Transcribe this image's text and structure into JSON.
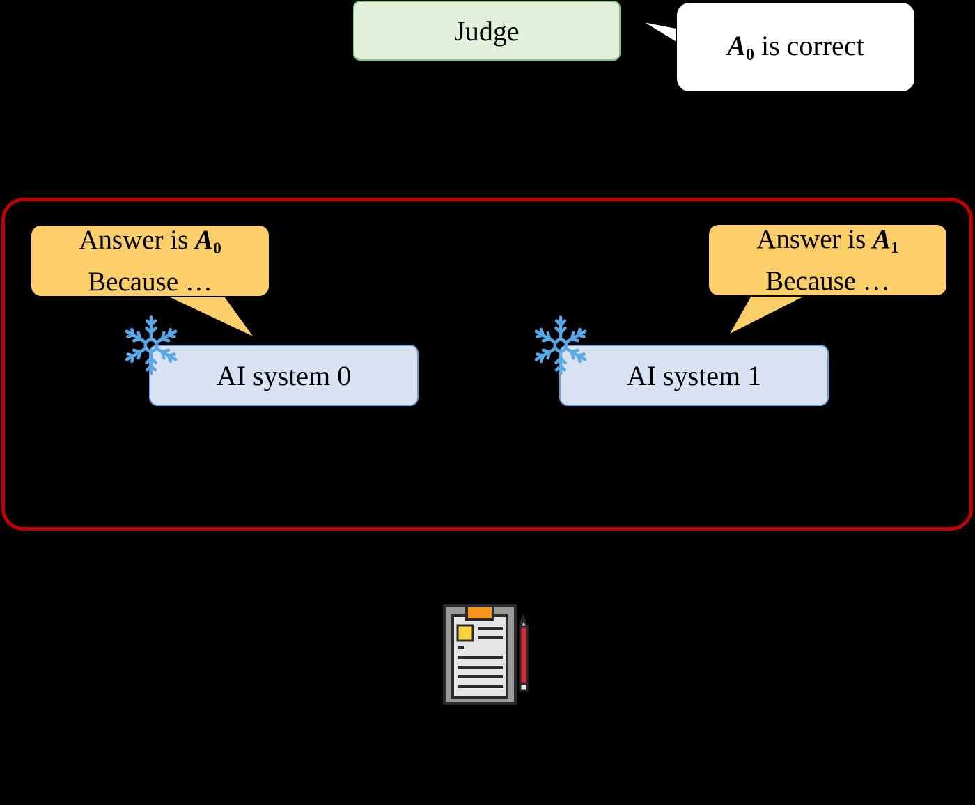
{
  "judge": {
    "label": "Judge"
  },
  "verdict": {
    "symbol": "A",
    "subscript": "0",
    "text": " is correct"
  },
  "debaters": [
    {
      "answer_prefix": "Answer is ",
      "symbol": "A",
      "subscript": "0",
      "because": "Because …",
      "system_label": "AI system 0",
      "frozen_icon": "snowflake-icon"
    },
    {
      "answer_prefix": "Answer is ",
      "symbol": "A",
      "subscript": "1",
      "because": "Because …",
      "system_label": "AI system 1",
      "frozen_icon": "snowflake-icon"
    }
  ],
  "task_icon": "clipboard-pencil-icon",
  "colors": {
    "background": "#000000",
    "judge_fill": "#e2f0d9",
    "judge_border": "#7dc87d",
    "frame_border": "#c00000",
    "argument_fill": "#fdcf6b",
    "ai_fill": "#dae3f3",
    "ai_border": "#6c9dd1",
    "snowflake": "#5aa9e6"
  }
}
